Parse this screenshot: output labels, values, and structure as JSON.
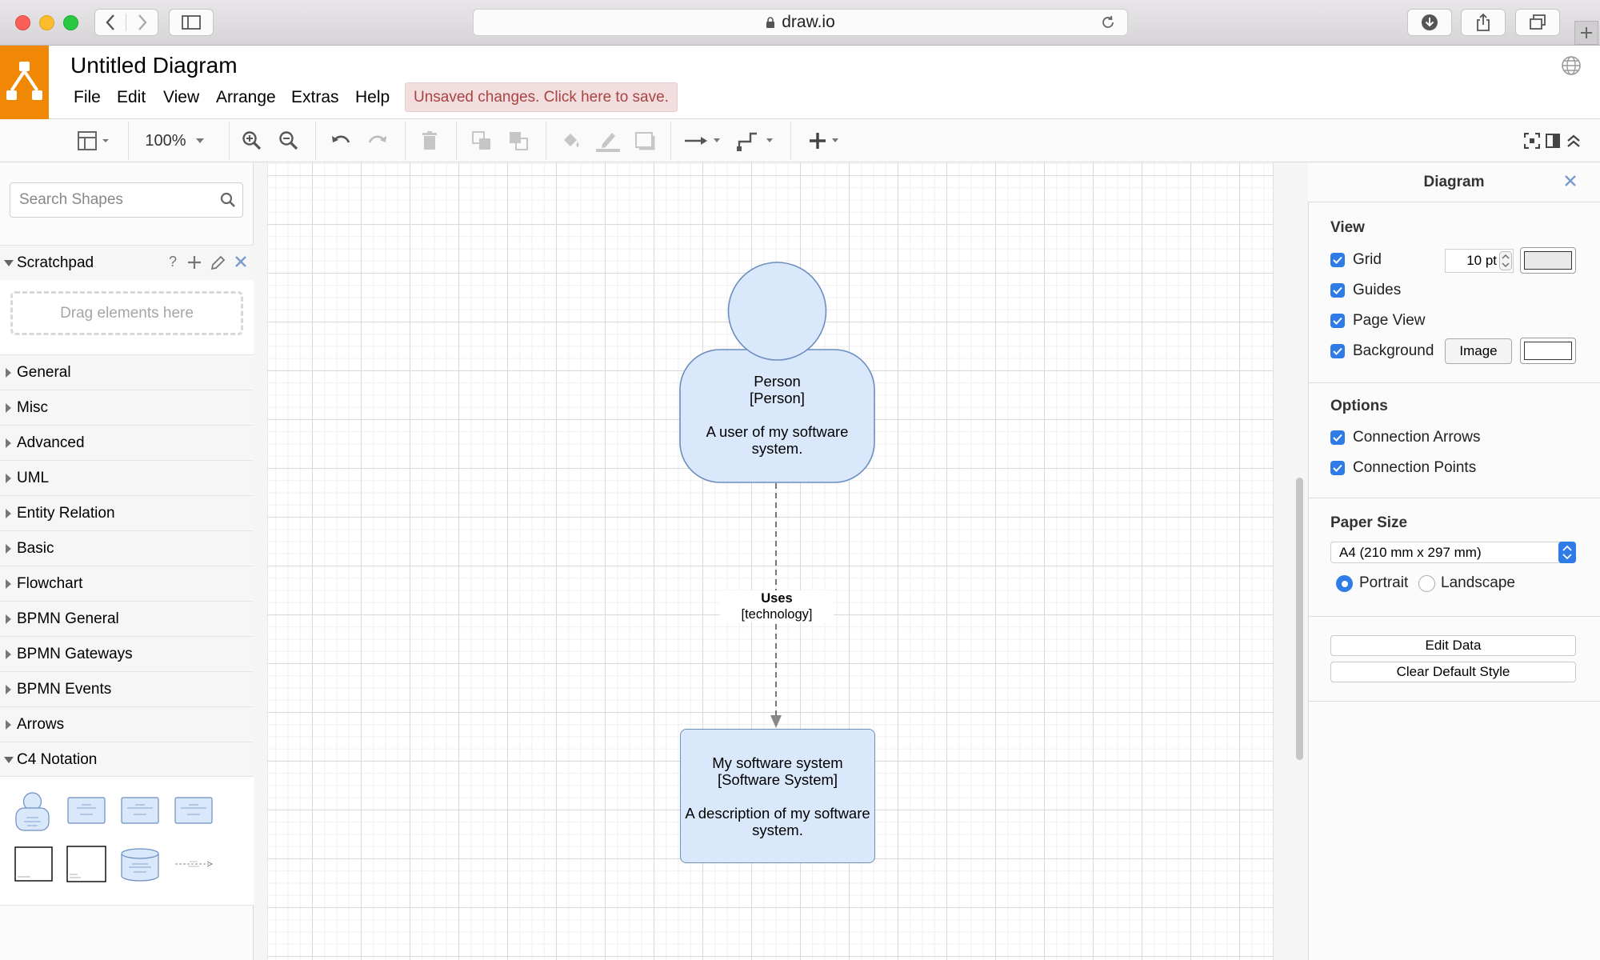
{
  "browser": {
    "url": "draw.io"
  },
  "app": {
    "title": "Untitled Diagram",
    "menu": [
      "File",
      "Edit",
      "View",
      "Arrange",
      "Extras",
      "Help"
    ],
    "unsaved_notice": "Unsaved changes. Click here to save.",
    "brand_color": "#f08705"
  },
  "toolbar": {
    "zoom": "100%"
  },
  "sidebar": {
    "search_placeholder": "Search Shapes",
    "scratchpad": {
      "label": "Scratchpad",
      "help": "?",
      "drop_hint": "Drag elements here"
    },
    "sections": [
      "General",
      "Misc",
      "Advanced",
      "UML",
      "Entity Relation",
      "Basic",
      "Flowchart",
      "BPMN General",
      "BPMN Gateways",
      "BPMN Events",
      "Arrows",
      "C4 Notation"
    ]
  },
  "diagram": {
    "person": {
      "name": "Person",
      "type": "[Person]",
      "description": "A user of my software system."
    },
    "relationship": {
      "label": "Uses",
      "technology": "[technology]"
    },
    "system": {
      "name": "My software system",
      "type": "[Software System]",
      "description": "A description of my software system."
    },
    "shape_fill": "#dae8fc",
    "shape_stroke": "#6c8ebf"
  },
  "format_panel": {
    "title": "Diagram",
    "view": {
      "heading": "View",
      "grid": "Grid",
      "grid_size": "10 pt",
      "guides": "Guides",
      "page_view": "Page View",
      "background": "Background",
      "image_button": "Image"
    },
    "options": {
      "heading": "Options",
      "connection_arrows": "Connection Arrows",
      "connection_points": "Connection Points"
    },
    "paper": {
      "heading": "Paper Size",
      "size": "A4 (210 mm x 297 mm)",
      "portrait": "Portrait",
      "landscape": "Landscape",
      "orientation": "Portrait"
    },
    "edit_data": "Edit Data",
    "clear_style": "Clear Default Style",
    "accent_color": "#2f7ce6"
  }
}
